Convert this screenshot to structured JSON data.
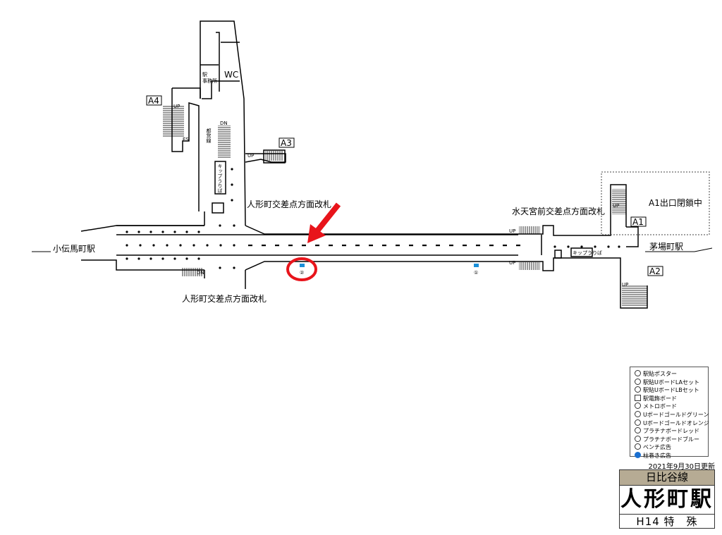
{
  "map": {
    "exits": [
      "A1",
      "A2",
      "A3",
      "A4"
    ],
    "neighbor_west": "小伝馬町駅",
    "neighbor_east": "茅場町駅",
    "gate_north": "人形町交差点方面改札",
    "gate_south": "人形町交差点方面改札",
    "gate_east": "水天宮前交差点方面改札",
    "a1_closed": "A1出口閉鎖中",
    "wc": "WC",
    "station_office_1": "駅",
    "station_office_2": "事務所",
    "toei_line": "都営線",
    "kiosk_north": "キップうりば",
    "kiosk_east": "キップうりば",
    "up": "UP",
    "dn": "DN",
    "es": "ES",
    "ad_marker_1": "①",
    "ad_marker_2": "②",
    "highlight_color": "#e8141b",
    "ad_color": "#1a8fd8"
  },
  "legend": {
    "items": [
      {
        "icon": "circle",
        "label": "駅貼ポスター"
      },
      {
        "icon": "la",
        "label": "駅貼UボードLAセット"
      },
      {
        "icon": "lb",
        "label": "駅貼UボードLBセット"
      },
      {
        "icon": "square",
        "label": "駅電飾ボード"
      },
      {
        "icon": "x",
        "label": "メトロボード"
      },
      {
        "icon": "gg",
        "label": "Uボードゴールドグリーン"
      },
      {
        "icon": "go",
        "label": "Uボードゴールドオレンジ"
      },
      {
        "icon": "pr",
        "label": "プラチナボードレッド"
      },
      {
        "icon": "pb",
        "label": "プラチナボードブルー"
      },
      {
        "icon": "circle",
        "label": "ベンチ広告"
      },
      {
        "icon": "blue",
        "label": "柱巻き広告"
      }
    ]
  },
  "updated": "2021年9月30日更新",
  "nameplate": {
    "line": "日比谷線",
    "station": "人形町駅",
    "code": "H14 特　殊"
  }
}
